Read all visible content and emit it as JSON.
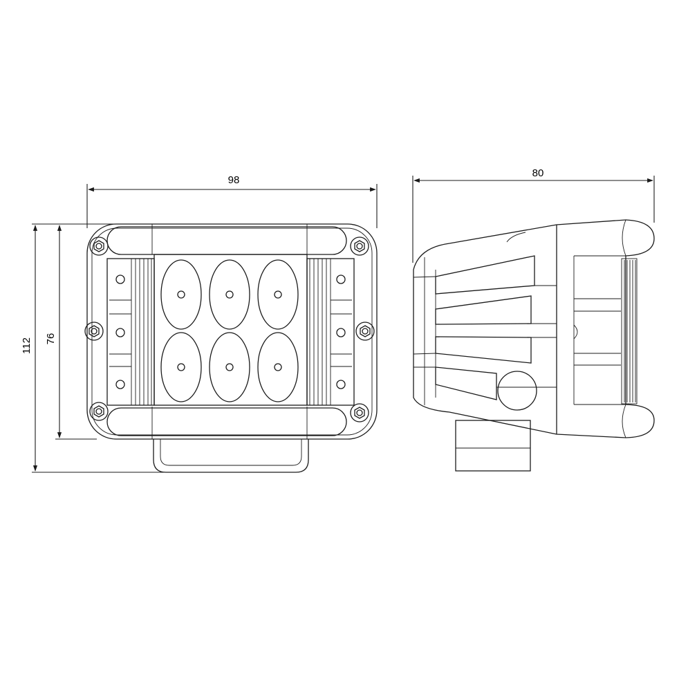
{
  "dimensions": {
    "front_width": "98",
    "front_height_overall": "112",
    "front_height_body": "76",
    "side_depth": "80"
  },
  "views": [
    "front-view",
    "side-view"
  ]
}
